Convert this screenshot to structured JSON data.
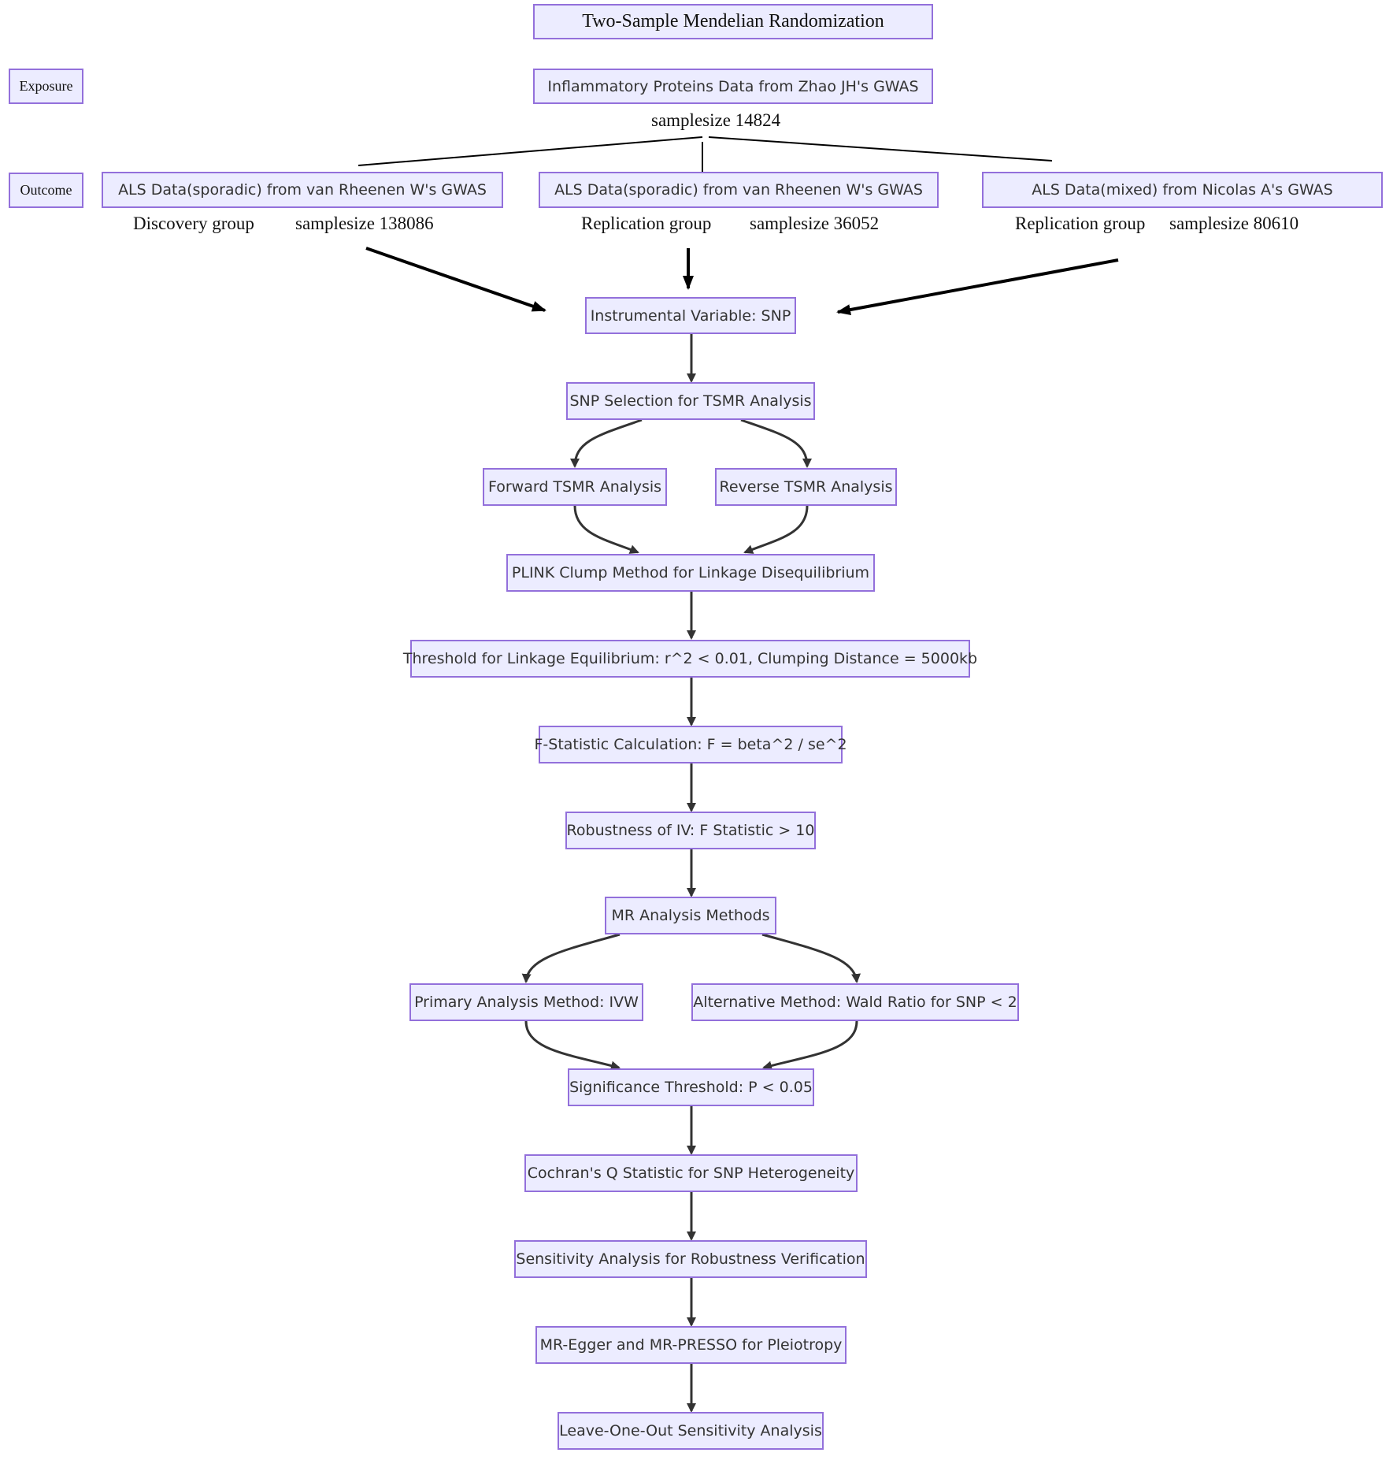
{
  "title": "Two-Sample Mendelian Randomization",
  "side_labels": {
    "exposure": "Exposure",
    "outcome": "Outcome"
  },
  "exposure": {
    "name": "Inflammatory Proteins Data from Zhao JH's GWAS",
    "samplesize": "samplesize 14824"
  },
  "outcomes": [
    {
      "name": "ALS Data(sporadic) from van Rheenen W's GWAS",
      "group": "Discovery group",
      "samplesize": "samplesize 138086"
    },
    {
      "name": "ALS Data(sporadic) from van Rheenen W's GWAS",
      "group": "Replication group",
      "samplesize": "samplesize 36052"
    },
    {
      "name": "ALS Data(mixed) from Nicolas A's GWAS",
      "group": "Replication group",
      "samplesize": "samplesize 80610"
    }
  ],
  "steps": {
    "iv": "Instrumental Variable: SNP",
    "snp_selection": "SNP Selection for TSMR Analysis",
    "forward": "Forward TSMR Analysis",
    "reverse": "Reverse TSMR Analysis",
    "plink": "PLINK Clump Method for Linkage Disequilibrium",
    "threshold": "Threshold for Linkage Equilibrium: r^2 < 0.01, Clumping Distance = 5000kb",
    "fstat": "F-Statistic Calculation: F = beta^2 / se^2",
    "robustness": "Robustness of IV: F Statistic > 10",
    "mr_methods": "MR Analysis Methods",
    "primary": "Primary Analysis Method: IVW",
    "alternative": "Alternative Method: Wald Ratio for SNP < 2",
    "significance": "Significance Threshold: P < 0.05",
    "cochran": "Cochran's Q Statistic for SNP Heterogeneity",
    "sensitivity": "Sensitivity Analysis for Robustness Verification",
    "pleiotropy": "MR-Egger and MR-PRESSO for Pleiotropy",
    "loo": "Leave-One-Out Sensitivity Analysis"
  },
  "colors": {
    "node_fill": "#ECECFF",
    "node_border": "#9370DB",
    "edge": "#333333"
  }
}
